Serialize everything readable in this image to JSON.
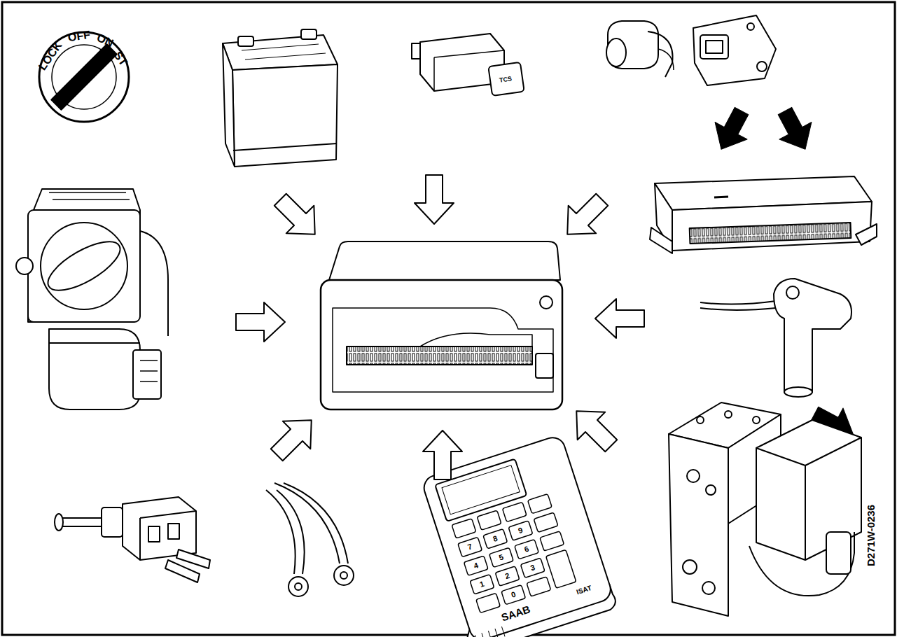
{
  "diagram": {
    "labels": [
      "LOCK",
      "OFF",
      "ON",
      "ST",
      "TCS",
      "SAAB",
      "ISAT",
      "1",
      "2",
      "3",
      "4",
      "5",
      "6",
      "7",
      "8",
      "9",
      "0",
      "D271W-0236"
    ]
  }
}
